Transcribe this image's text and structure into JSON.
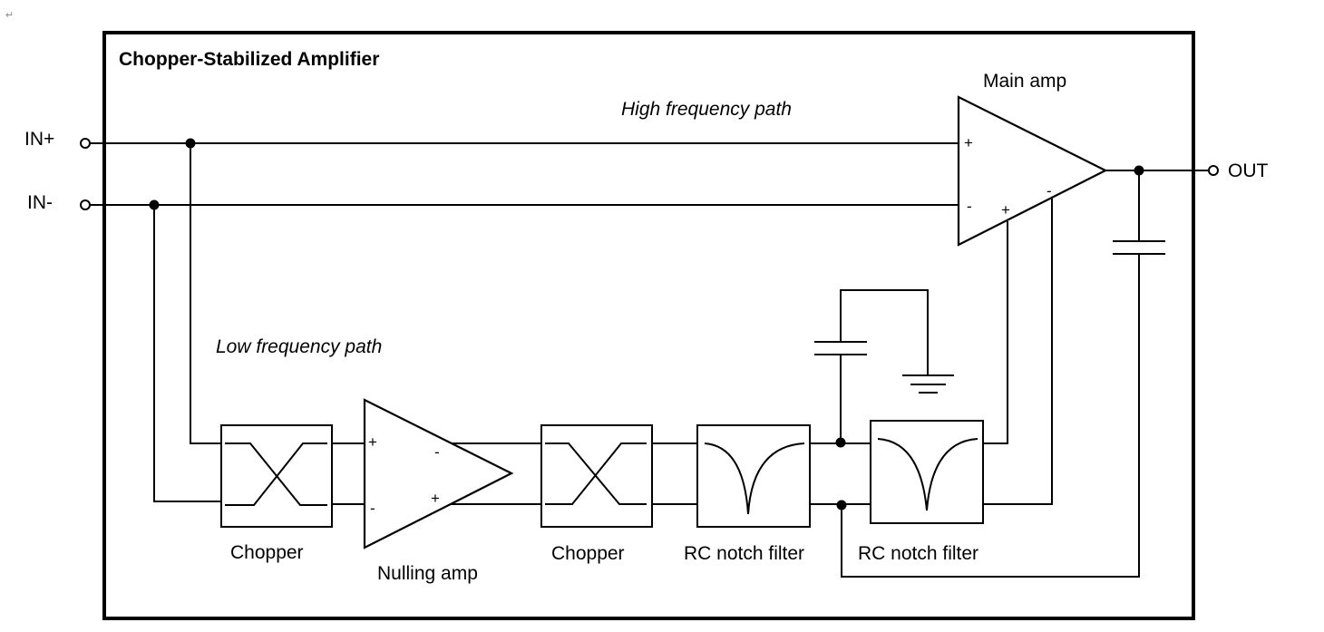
{
  "diagram": {
    "title": "Chopper-Stabilized Amplifier",
    "paragraph_mark": "↵",
    "terminals": {
      "in_plus": "IN+",
      "in_minus": "IN-",
      "out": "OUT"
    },
    "paths": {
      "high_frequency": "High frequency path",
      "low_frequency": "Low frequency path"
    },
    "blocks": {
      "main_amp": {
        "label": "Main amp",
        "pins": [
          "+",
          "-",
          "+",
          "-"
        ]
      },
      "nulling_amp": {
        "label": "Nulling amp",
        "pins": [
          "+",
          "-",
          "-",
          "+"
        ]
      },
      "chopper_1": {
        "label": "Chopper"
      },
      "chopper_2": {
        "label": "Chopper"
      },
      "notch_filter_1": {
        "label": "RC notch filter"
      },
      "notch_filter_2": {
        "label": "RC notch filter"
      }
    },
    "components": [
      "capacitor-output",
      "capacitor-notch",
      "ground"
    ]
  }
}
